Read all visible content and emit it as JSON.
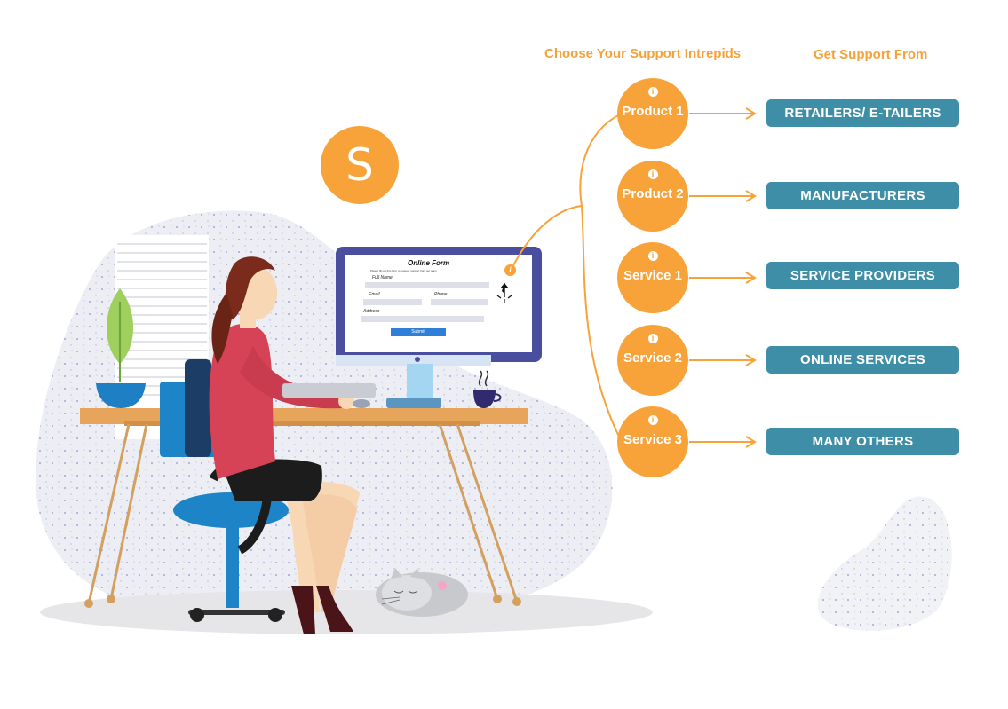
{
  "headers": {
    "choose": "Choose Your Support Intrepids",
    "get_from": "Get Support From"
  },
  "logo": {
    "letter": "S"
  },
  "intrepids": [
    {
      "label": "Product 1",
      "info_icon": "i"
    },
    {
      "label": "Product 2",
      "info_icon": "i"
    },
    {
      "label": "Service 1",
      "info_icon": "i"
    },
    {
      "label": "Service 2",
      "info_icon": "i"
    },
    {
      "label": "Service 3",
      "info_icon": "i"
    }
  ],
  "sources": [
    {
      "label": "RETAILERS/ E-TAILERS"
    },
    {
      "label": "MANUFACTURERS"
    },
    {
      "label": "SERVICE PROVIDERS"
    },
    {
      "label": "ONLINE SERVICES"
    },
    {
      "label": "MANY OTHERS"
    }
  ],
  "online_form": {
    "title": "Online Form",
    "subtitle": "Please fill out this form to request support from our team",
    "full_name": "Full Name",
    "email": "Email",
    "phone": "Phone",
    "address": "Address",
    "submit": "Submit",
    "info_icon": "i"
  },
  "colors": {
    "accent": "#f7a33a",
    "button": "#3f8ea7",
    "monitor_frame": "#4a4e9e",
    "form_button": "#2f7fd9"
  },
  "icons": [
    "info-icon",
    "arrow-right-icon",
    "cursor-icon",
    "coffee-cup-icon",
    "plant-icon",
    "cat-icon"
  ]
}
